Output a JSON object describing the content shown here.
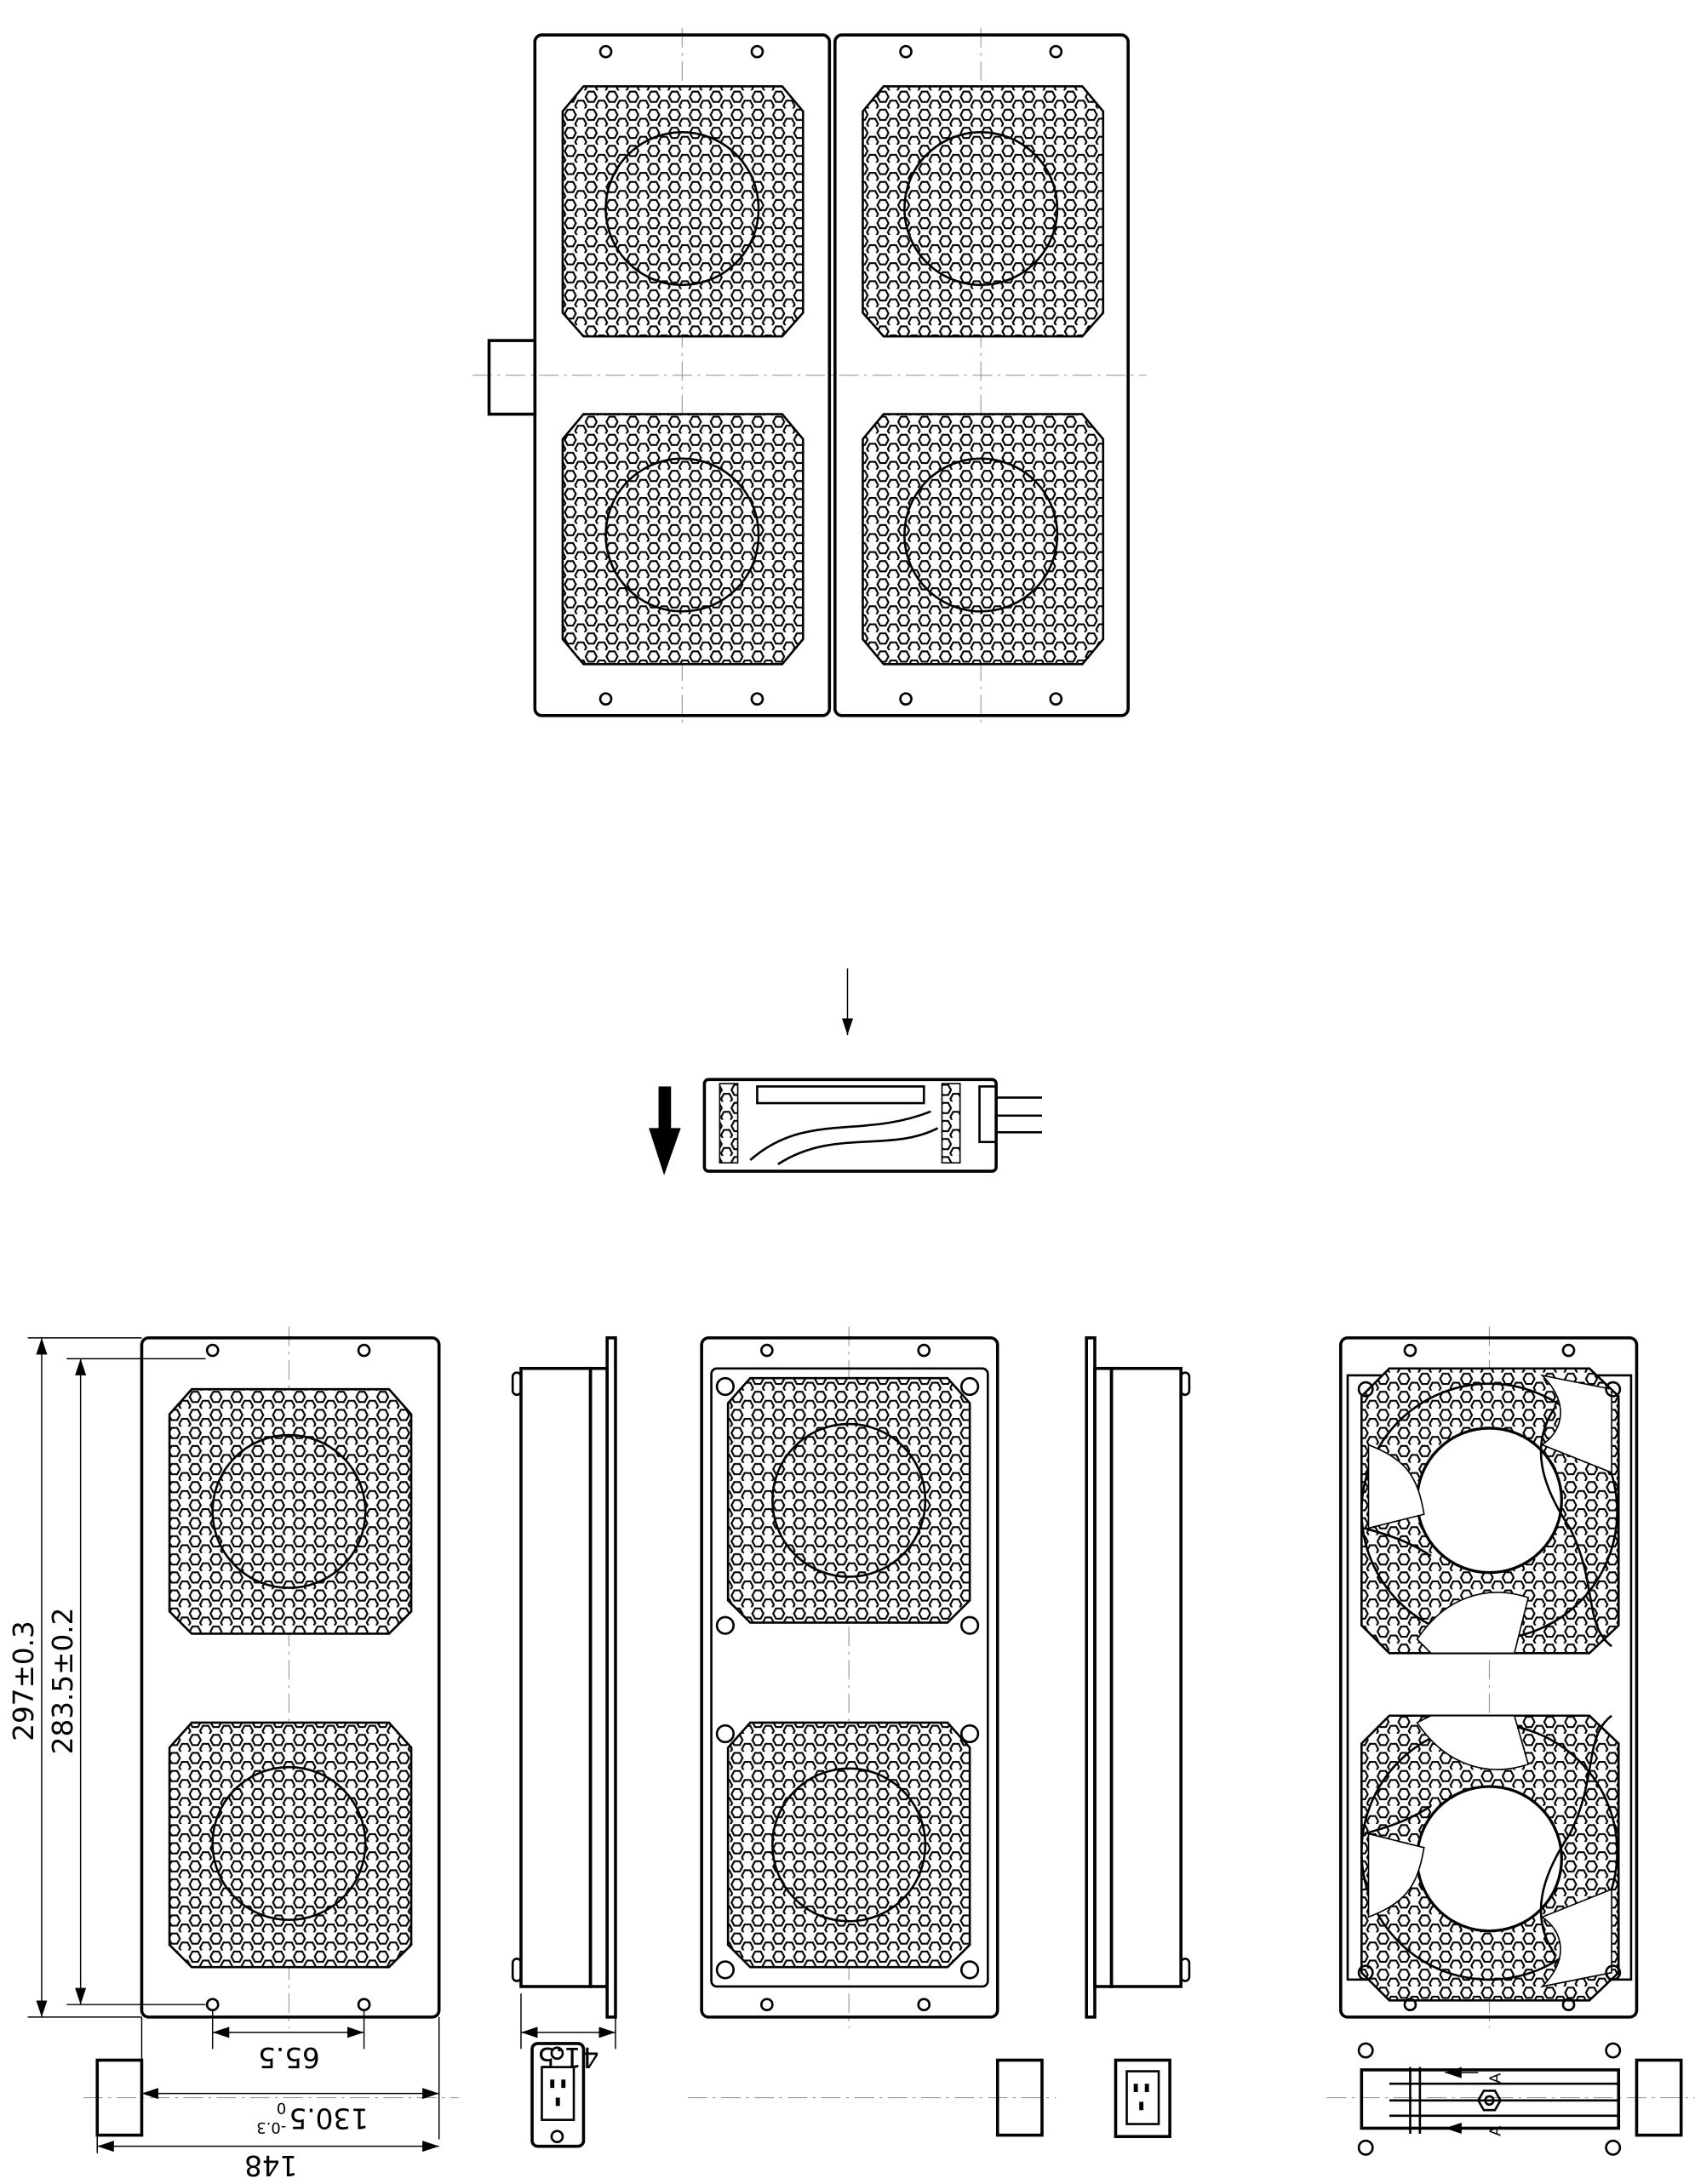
{
  "drawing": {
    "views": [
      "top-view",
      "section-view",
      "front-view",
      "side-view-left",
      "front-view-inner",
      "side-view-right",
      "rear-view"
    ],
    "dimensions": {
      "height_overall": "297±0.3",
      "height_holes": "283.5±0.2",
      "hole_spacing": "65.5",
      "width_panel": "130.5",
      "width_panel_tol_upper": "0",
      "width_panel_tol_lower": "-0.3",
      "width_overall": "148",
      "depth": "41.5"
    },
    "section_marks": [
      "A",
      "A"
    ],
    "colors": {
      "line": "#000000",
      "centerline": "#999999",
      "background": "#ffffff"
    }
  }
}
